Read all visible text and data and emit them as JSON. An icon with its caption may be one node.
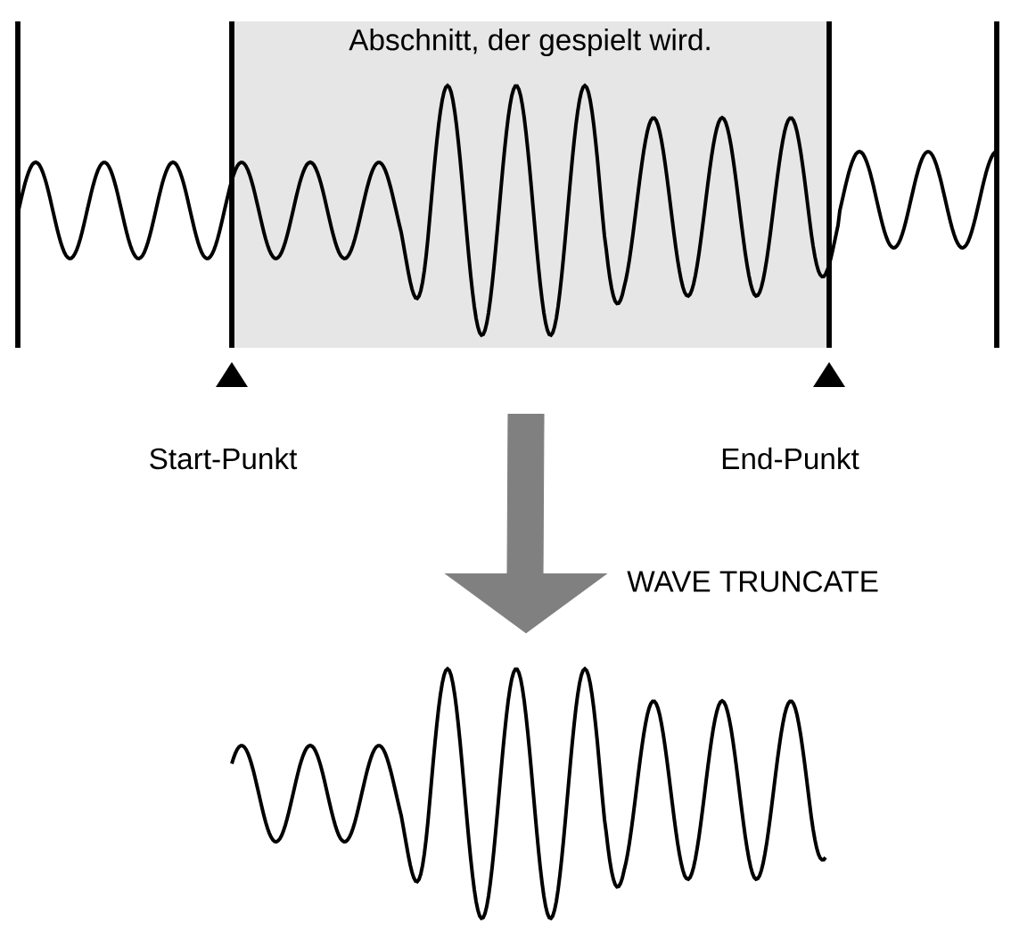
{
  "diagram": {
    "nodes": [
      {
        "text": [
          "Abschnitt, der gespielt wird."
        ]
      },
      {
        "text": [],
        "shape": "picture"
      }
    ],
    "edges": [
      {
        "from": 0,
        "to": 1,
        "arrow": "to",
        "label": "WAVE TRUNCATE"
      }
    ],
    "labels": [
      "Start-Punkt",
      "End-Punkt"
    ]
  }
}
